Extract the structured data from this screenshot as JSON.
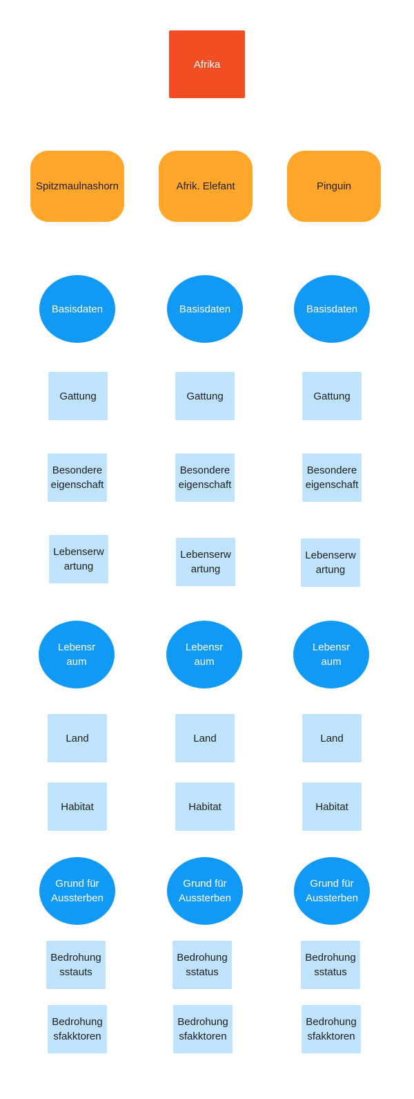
{
  "root": {
    "label": "Afrika",
    "color": "#f24e23"
  },
  "animals": [
    {
      "label": "Spitzmaulnashorn"
    },
    {
      "label": "Afrik. Elefant"
    },
    {
      "label": "Pinguin"
    }
  ],
  "columns": [
    {
      "basisdaten": "Basisdaten",
      "gattung": "Gattung",
      "besondere": "Besondere\neigenschaft",
      "lebenserwartung": "Lebenserw\nartung",
      "lebensraum": "Lebensr\naum",
      "land": "Land",
      "habitat": "Habitat",
      "aussterben": "Grund für\nAussterben",
      "bedrohungsstatus": "Bedrohung\nsstauts",
      "bedrohungsfaktoren": "Bedrohung\nsfakktoren"
    },
    {
      "basisdaten": "Basisdaten",
      "gattung": "Gattung",
      "besondere": "Besondere\neigenschaft",
      "lebenserwartung": "Lebenserw\nartung",
      "lebensraum": "Lebensr\naum",
      "land": "Land",
      "habitat": "Habitat",
      "aussterben": "Grund für\nAussterben",
      "bedrohungsstatus": "Bedrohung\nsstatus",
      "bedrohungsfaktoren": "Bedrohung\nsfakktoren"
    },
    {
      "basisdaten": "Basisdaten",
      "gattung": "Gattung",
      "besondere": "Besondere\neigenschaft",
      "lebenserwartung": "Lebenserw\nartung",
      "lebensraum": "Lebensr\naum",
      "land": "Land",
      "habitat": "Habitat",
      "aussterben": "Grund für\nAussterben",
      "bedrohungsstatus": "Bedrohung\nsstatus",
      "bedrohungsfaktoren": "Bedrohung\nsfakktoren"
    }
  ],
  "colors": {
    "animal": "#ffa62b",
    "category": "#1199f6",
    "attribute": "#bfe3fc"
  }
}
